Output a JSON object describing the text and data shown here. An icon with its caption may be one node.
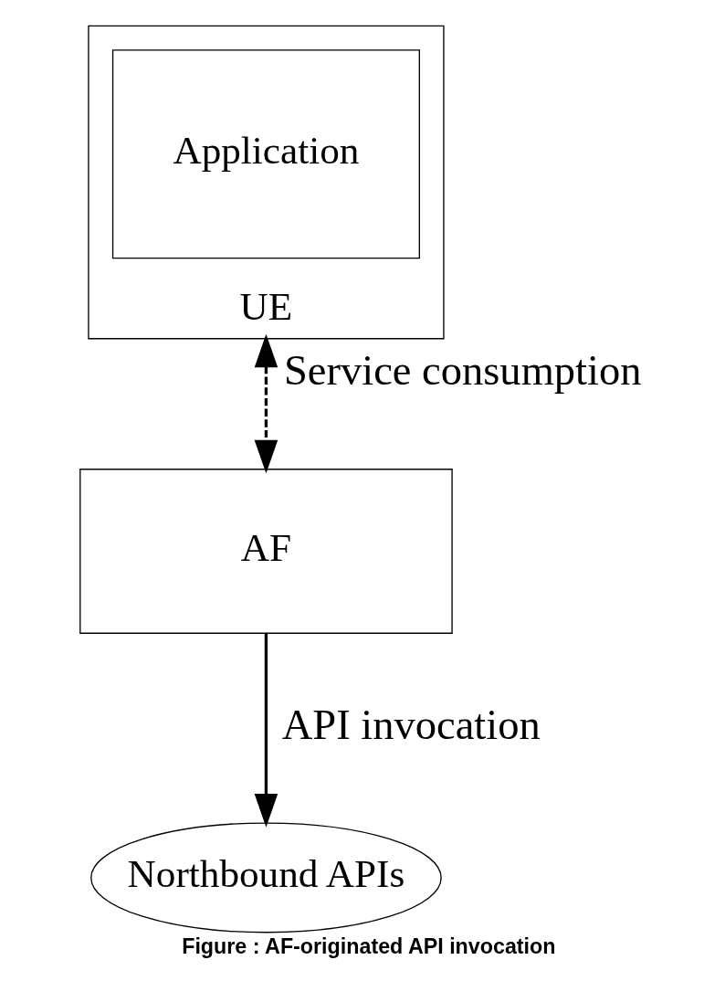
{
  "diagram": {
    "caption": "Figure : AF-originated API invocation",
    "nodes": [
      {
        "text": [
          "UE"
        ]
      },
      {
        "text": [
          "Application"
        ],
        "in": 0
      },
      {
        "text": [
          "AF"
        ]
      },
      {
        "text": [
          "Northbound APIs"
        ]
      }
    ],
    "edges": [
      {
        "from": 0,
        "to": 2,
        "arrow": "both",
        "style": "dashed",
        "label": "Service consumption"
      },
      {
        "from": 2,
        "to": 3,
        "arrow": "to",
        "label": "API invocation"
      }
    ]
  }
}
